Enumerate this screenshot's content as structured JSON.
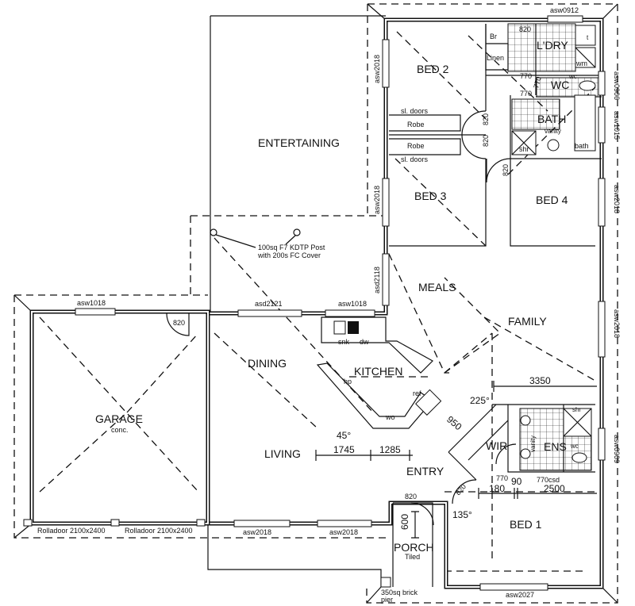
{
  "rooms": {
    "bed2": "BED 2",
    "bed3": "BED 3",
    "bed4": "BED 4",
    "bed1": "BED 1",
    "entertaining": "ENTERTAINING",
    "meals": "MEALS",
    "family": "FAMILY",
    "dining": "DINING",
    "kitchen": "KITCHEN",
    "living": "LIVING",
    "entry": "ENTRY",
    "porch": "PORCH",
    "porch_note": "Tiled",
    "garage": "GARAGE",
    "garage_note": "conc.",
    "wir": "WIR",
    "ens": "ENS",
    "bath": "BATH",
    "wc": "WC",
    "laundry": "L'DRY"
  },
  "fixtures": {
    "br": "Br",
    "linen": "Linen",
    "robe1": "Robe",
    "robe2": "Robe",
    "sldoors1": "sl. doors",
    "sldoors2": "sl. doors",
    "shr_bath": "shr",
    "shr_ens": "shr",
    "bath_tub": "bath",
    "vanity_bath": "vanity",
    "vanity_ens": "vanity",
    "wm": "wm",
    "tub": "t",
    "wc_bath": "wc",
    "wc_ens": "wc",
    "snk": "snk",
    "dw": "dw",
    "hp": "hp",
    "ref": "ref",
    "wo": "wo"
  },
  "windows": {
    "top_laundry": "asw0912",
    "bed2_left": "asw2018",
    "wc_right": "asw0906",
    "bath_right": "asw1015",
    "bed3_left": "asw2018",
    "bed4_right": "asw2018",
    "meals_door": "asd2118",
    "dining_door": "asd2121",
    "dining_window": "asw1018",
    "garage_window": "asw1018",
    "family_right": "asw2018",
    "ens_right": "asw0909",
    "living_bottom1": "asw2018",
    "living_bottom2": "asw2018",
    "bed1_bottom": "asw2027"
  },
  "dimensions": {
    "laundry_door": "820",
    "bed2_door": "820",
    "bed3_door": "820",
    "bed4_door": "820",
    "garage_door": "820",
    "entry_door": "820",
    "front_door": "820",
    "wc_door1": "770",
    "wc_door2": "770",
    "bath_door": "770",
    "wir_door": "770",
    "family_width": "3350",
    "angle_225": "225°",
    "kitchen_950": "950",
    "angle_45": "45°",
    "living_1745": "1745",
    "living_1285": "1285",
    "bed1_180": "180",
    "bed1_90": "90",
    "bed1_2500": "2500",
    "ens_door": "770csd",
    "angle_135": "135°",
    "porch_600": "600"
  },
  "notes": {
    "post_line1": "100sq F7 KDTP Post",
    "post_line2": "with 200s FC Cover",
    "rolladoor1": "Rolladoor 2100x2400",
    "rolladoor2": "Rolladoor 2100x2400",
    "pier_line1": "350sq brick",
    "pier_line2": "pier"
  }
}
